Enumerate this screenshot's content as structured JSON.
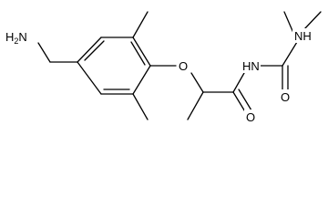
{
  "molecule": {
    "atoms": {
      "amine_n": {
        "text": "H2N",
        "main": "H",
        "sub": "2",
        "tail": "N"
      },
      "ether_o": {
        "text": "O"
      },
      "imide_nh": {
        "text": "HN"
      },
      "carbonyl_o_amide": {
        "text": "O"
      },
      "carbonyl_o_urea": {
        "text": "O"
      },
      "methyl_nh": {
        "text": "NH"
      }
    },
    "colors": {
      "bond": "#000000",
      "label": "#000000",
      "background": "#ffffff"
    }
  }
}
